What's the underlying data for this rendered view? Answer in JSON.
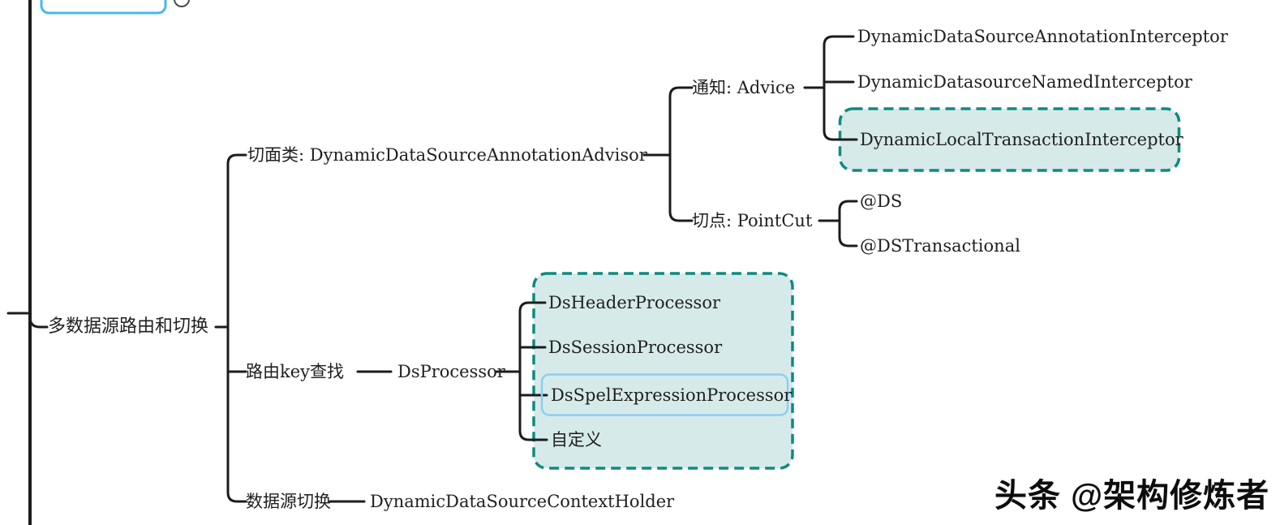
{
  "colors": {
    "line": "#1c1c1c",
    "teal_border": "#0E8B7F",
    "teal_fill": "#D7EAEA",
    "selection_blue": "#8ECDF2",
    "top_node_blue": "#47B7F3"
  },
  "watermark": {
    "text": "头条 @架构修炼者"
  },
  "partial_top_node": {
    "label": ""
  },
  "nodes": {
    "root": {
      "label": "多数据源路由和切换"
    },
    "aspect": {
      "label": "切面类: DynamicDataSourceAnnotationAdvisor"
    },
    "advice": {
      "label": "通知: Advice"
    },
    "interceptor_annotation": {
      "label": "DynamicDataSourceAnnotationInterceptor"
    },
    "interceptor_named": {
      "label": "DynamicDatasourceNamedInterceptor"
    },
    "interceptor_local_tx": {
      "label": "DynamicLocalTransactionInterceptor"
    },
    "pointcut": {
      "label": "切点: PointCut"
    },
    "annotation_ds": {
      "label": "@DS"
    },
    "annotation_ds_transactional": {
      "label": "@DSTransactional"
    },
    "route_key_lookup": {
      "label": "路由key查找"
    },
    "ds_processor": {
      "label": "DsProcessor"
    },
    "header_processor": {
      "label": "DsHeaderProcessor"
    },
    "session_processor": {
      "label": "DsSessionProcessor"
    },
    "spel_processor": {
      "label": "DsSpelExpressionProcessor"
    },
    "custom_processor": {
      "label": "自定义"
    },
    "datasource_switch": {
      "label": "数据源切换"
    },
    "context_holder": {
      "label": "DynamicDataSourceContextHolder"
    }
  }
}
